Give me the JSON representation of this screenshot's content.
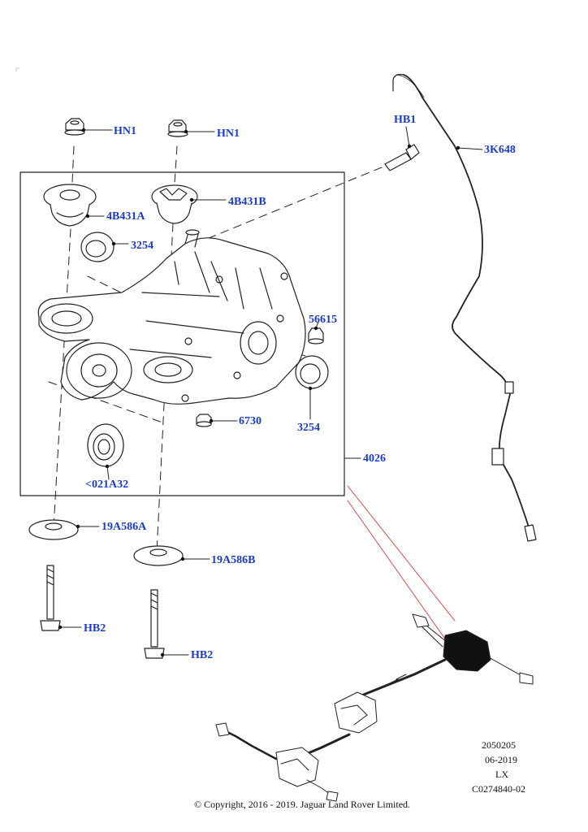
{
  "callouts": {
    "hn1_left": "HN1",
    "hn1_right": "HN1",
    "hb1": "HB1",
    "harness": "3K648",
    "mount_a": "4B431A",
    "mount_b": "4B431B",
    "seal_top": "3254",
    "seal_right": "3254",
    "breather": "56615",
    "plug": "6730",
    "seal_lower": "<021A32",
    "assembly": "4026",
    "washer_a": "19A586A",
    "washer_b": "19A586B",
    "hb2_left": "HB2",
    "hb2_right": "HB2"
  },
  "meta": {
    "code": "2050205",
    "date": "06-2019",
    "model": "LX",
    "ref": "C0274840-02"
  },
  "copyright": "© Copyright, 2016 - 2019. Jaguar Land Rover Limited.",
  "colors": {
    "callout_text": "#1a3cc8",
    "line": "#222222",
    "pointer": "#e02020"
  }
}
